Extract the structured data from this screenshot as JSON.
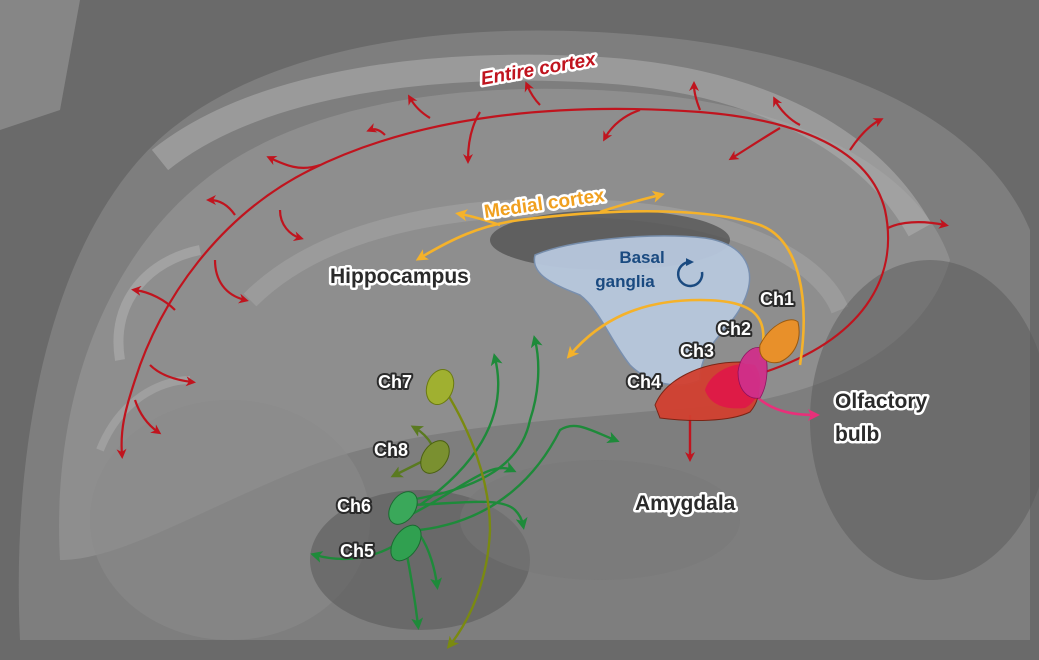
{
  "labels": {
    "entire_cortex": "Entire cortex",
    "medial_cortex": "Medial cortex",
    "hippocampus": "Hippocampus",
    "basal_ganglia_line1": "Basal",
    "basal_ganglia_line2": "ganglia",
    "amygdala": "Amygdala",
    "olfactory_line1": "Olfactory",
    "olfactory_line2": "bulb",
    "ch1": "Ch1",
    "ch2": "Ch2",
    "ch3": "Ch3",
    "ch4": "Ch4",
    "ch5": "Ch5",
    "ch6": "Ch6",
    "ch7": "Ch7",
    "ch8": "Ch8"
  },
  "colors": {
    "cortex_path": "#c0141e",
    "medial_path": "#f5b22a",
    "medial_label": "#f0a020",
    "ch6_ch5_path": "#1e8a3a",
    "ch7_path": "#7a8a10",
    "ch8_path": "#5a7a20",
    "olfactory_path": "#e8307a",
    "basal_ganglia_fill": "#b8c8de",
    "basal_ganglia_text": "#1a4a80",
    "ch1_fill": "#e8902a",
    "ch2_fill": "#d0308a",
    "ch3_fill": "#e01848",
    "ch4_fill": "#d24030",
    "ch5_fill": "#30a050",
    "ch6_fill": "#3aa85a",
    "ch7_fill": "#a0b030",
    "ch8_fill": "#7a9030"
  },
  "icons": {
    "basal_ganglia_cycle": "circular-arrow-icon"
  }
}
